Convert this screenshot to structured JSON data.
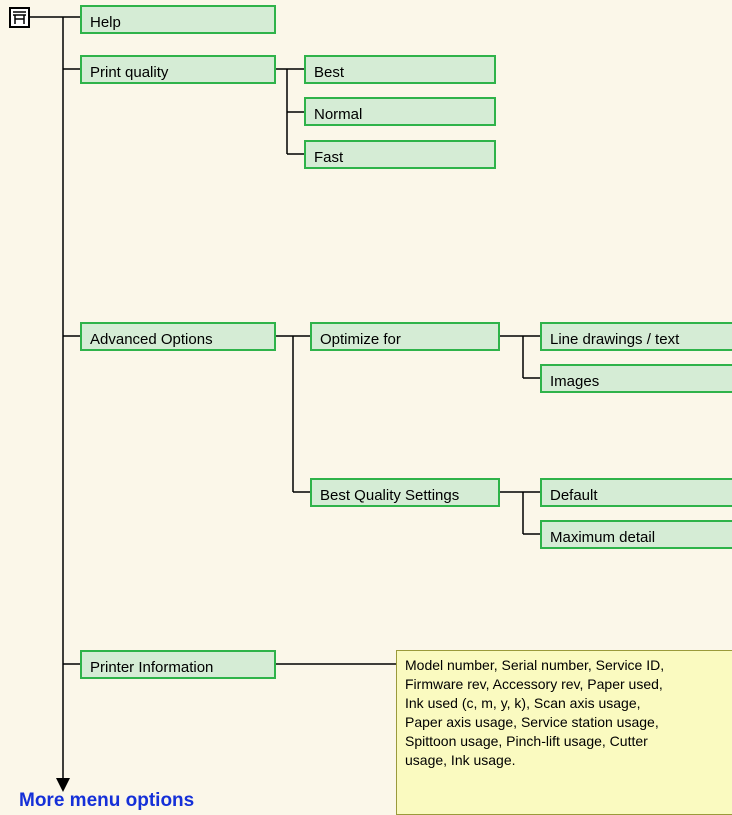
{
  "menu_tree": {
    "help": "Help",
    "print_quality": {
      "label": "Print quality",
      "options": [
        "Best",
        "Normal",
        "Fast"
      ]
    },
    "advanced_options": {
      "label": "Advanced Options",
      "optimize_for": {
        "label": "Optimize for",
        "options": [
          "Line drawings / text",
          "Images"
        ]
      },
      "best_quality_settings": {
        "label": "Best Quality Settings",
        "options": [
          "Default",
          "Maximum detail"
        ]
      }
    },
    "printer_information": {
      "label": "Printer Information",
      "details": [
        "Model number, Serial number, Service ID,",
        "Firmware rev, Accessory rev, Paper used,",
        "Ink used (c, m, y, k), Scan axis usage,",
        "Paper axis usage, Service station usage,",
        "Spittoon usage, Pinch-lift usage, Cutter",
        "usage, Ink usage."
      ]
    },
    "more_link": "More menu options"
  },
  "colors": {
    "background": "#fbf7e9",
    "node_fill": "#d5ecd5",
    "node_border": "#2fb34a",
    "info_fill": "#fafac0",
    "link": "#1530d8",
    "line": "#000000"
  },
  "icons": {
    "root": "printer-icon"
  }
}
